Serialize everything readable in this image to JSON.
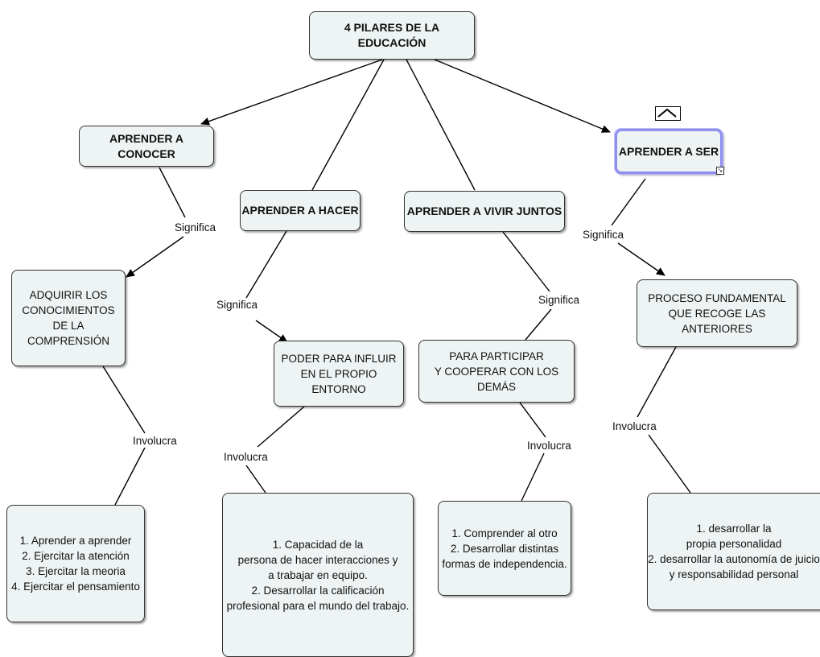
{
  "root": {
    "label": "4 PILARES DE LA EDUCACIÓN"
  },
  "pillars": {
    "conocer": "APRENDER A CONOCER",
    "hacer": "APRENDER A HACER",
    "vivir": "APRENDER A VIVIR JUNTOS",
    "ser": "APRENDER A SER"
  },
  "meanings": {
    "conocer": "ADQUIRIR LOS\nCONOCIMIENTOS\nDE LA COMPRENSIÓN",
    "hacer": "PODER PARA INFLUIR\nEN EL PROPIO ENTORNO",
    "vivir": "PARA PARTICIPAR\nY COOPERAR CON LOS DEMÁS",
    "ser": "PROCESO FUNDAMENTAL\nQUE RECOGE LAS ANTERIORES"
  },
  "involves": {
    "conocer": "1. Aprender a aprender\n2. Ejercitar la atención\n3. Ejercitar la meoria\n4. Ejercitar el pensamiento",
    "hacer": "1. Capacidad de la\npersona de hacer interacciones y\na trabajar en equipo.\n2. Desarrollar la calificación\nprofesional para el mundo del trabajo.",
    "vivir": "1. Comprender al otro\n2. Desarrollar distintas\nformas de independencia.",
    "ser": "1. desarrollar la\npropia personalidad\n2. desarrollar la autonomía de juicio\ny responsabilidad personal"
  },
  "link_labels": {
    "significa": "Significa",
    "involucra": "Involucra"
  }
}
